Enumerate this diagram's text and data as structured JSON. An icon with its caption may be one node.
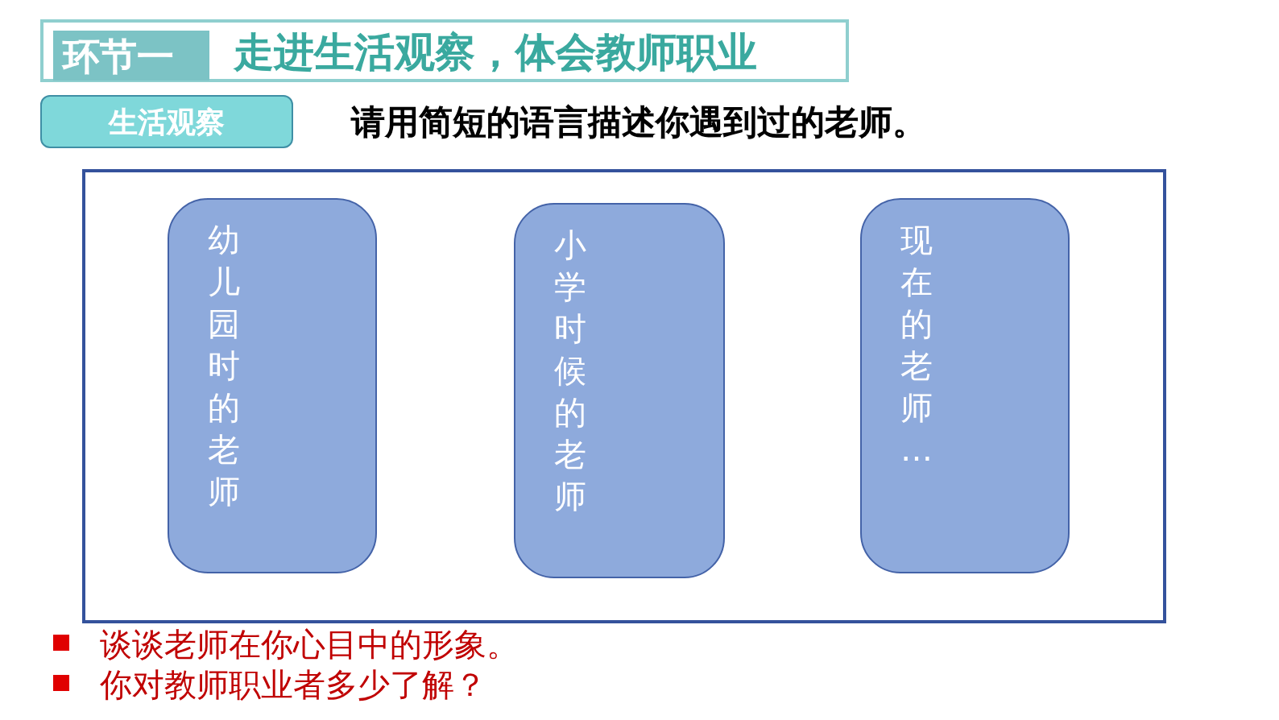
{
  "diagram": {
    "nodes": [
      {
        "text": [
          "走进生活观察，体会教师职业"
        ]
      },
      {
        "text": [
          "环节一"
        ],
        "in": 0
      },
      {
        "text": [
          "生活观察"
        ]
      },
      {
        "text": [],
        "shape": "box"
      },
      {
        "text": [
          "幼儿园时的老师"
        ],
        "in": 3
      },
      {
        "text": [
          "小学时候的老师"
        ],
        "in": 3
      },
      {
        "text": [
          "现在的老师…"
        ],
        "in": 3
      }
    ],
    "edges": [],
    "labels": [
      "请用简短的语言描述你遇到过的老师。",
      "谈谈老师在你心目中的形象。",
      "你对教师职业者多少了解？"
    ]
  }
}
